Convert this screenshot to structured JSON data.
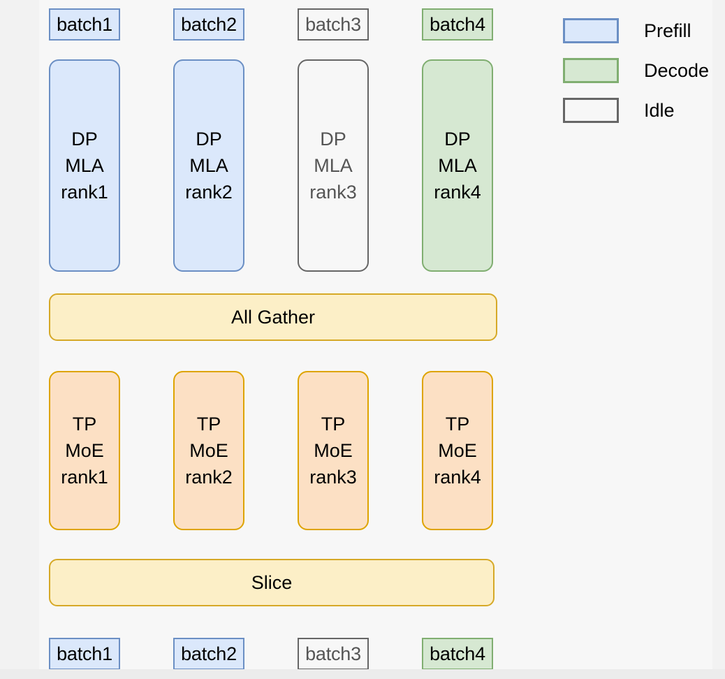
{
  "legend": {
    "items": [
      {
        "label": "Prefill",
        "swatch": "prefill-swatch",
        "color": "#dbe8fb",
        "border": "#6b8fc4"
      },
      {
        "label": "Decode",
        "swatch": "decode-swatch",
        "color": "#d6e8d2",
        "border": "#80ae71"
      },
      {
        "label": "Idle",
        "swatch": "idle-swatch",
        "color": "#f7f7f7",
        "border": "#666666"
      }
    ]
  },
  "top_batches": [
    {
      "label": "batch1",
      "state": "prefill"
    },
    {
      "label": "batch2",
      "state": "prefill"
    },
    {
      "label": "batch3",
      "state": "idle"
    },
    {
      "label": "batch4",
      "state": "decode"
    }
  ],
  "mla_row": {
    "title": "DP MLA",
    "blocks": [
      {
        "line1": "DP",
        "line2": "MLA",
        "line3": "rank1",
        "state": "prefill"
      },
      {
        "line1": "DP",
        "line2": "MLA",
        "line3": "rank2",
        "state": "prefill"
      },
      {
        "line1": "DP",
        "line2": "MLA",
        "line3": "rank3",
        "state": "idle"
      },
      {
        "line1": "DP",
        "line2": "MLA",
        "line3": "rank4",
        "state": "decode"
      }
    ]
  },
  "all_gather": {
    "label": "All Gather"
  },
  "moe_row": {
    "title": "TP MoE",
    "blocks": [
      {
        "line1": "TP",
        "line2": "MoE",
        "line3": "rank1",
        "state": "moe"
      },
      {
        "line1": "TP",
        "line2": "MoE",
        "line3": "rank2",
        "state": "moe"
      },
      {
        "line1": "TP",
        "line2": "MoE",
        "line3": "rank3",
        "state": "moe"
      },
      {
        "line1": "TP",
        "line2": "MoE",
        "line3": "rank4",
        "state": "moe"
      }
    ]
  },
  "slice": {
    "label": "Slice"
  },
  "bottom_batches": [
    {
      "label": "batch1",
      "state": "prefill"
    },
    {
      "label": "batch2",
      "state": "prefill"
    },
    {
      "label": "batch3",
      "state": "idle"
    },
    {
      "label": "batch4",
      "state": "decode"
    }
  ]
}
